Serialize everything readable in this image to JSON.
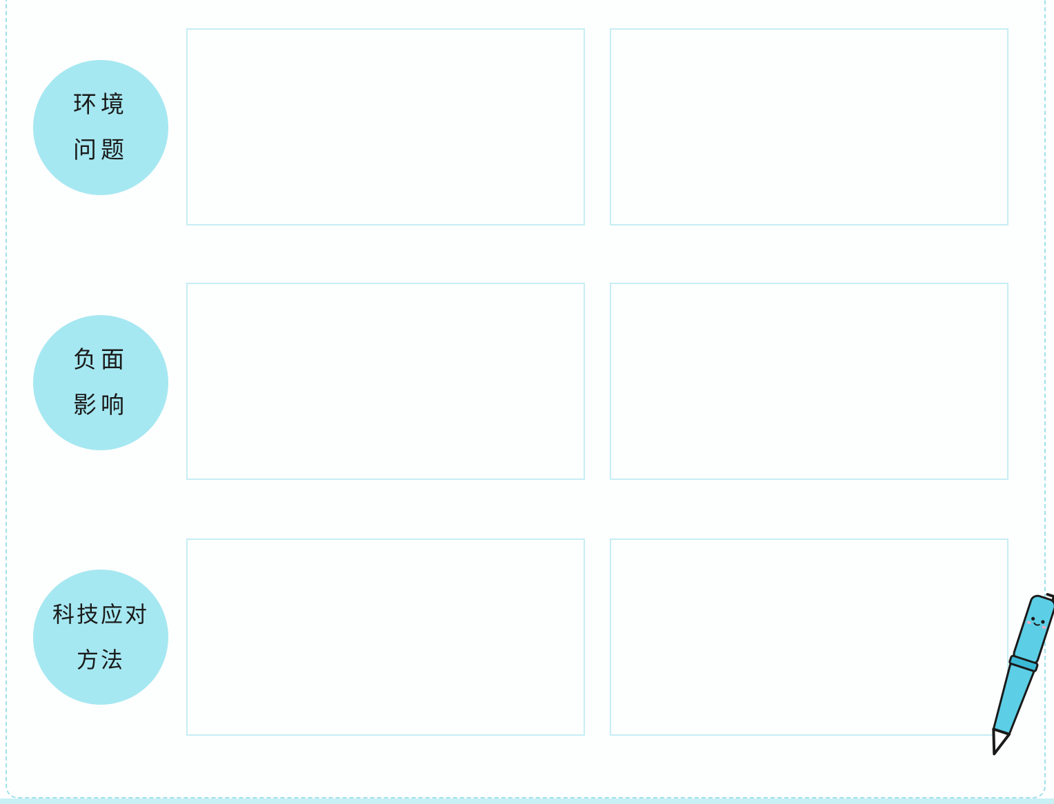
{
  "rows": [
    {
      "label_line1": "环境",
      "label_line2": "问题"
    },
    {
      "label_line1": "负面",
      "label_line2": "影响"
    },
    {
      "label_line1": "科技应对",
      "label_line2": "方法"
    }
  ],
  "colors": {
    "circle": "#a6e8f1",
    "border": "#9fe0ea",
    "box_border": "#c6eef4",
    "pen": "#5ccfe6"
  },
  "icons": {
    "pen": "pen-icon"
  }
}
